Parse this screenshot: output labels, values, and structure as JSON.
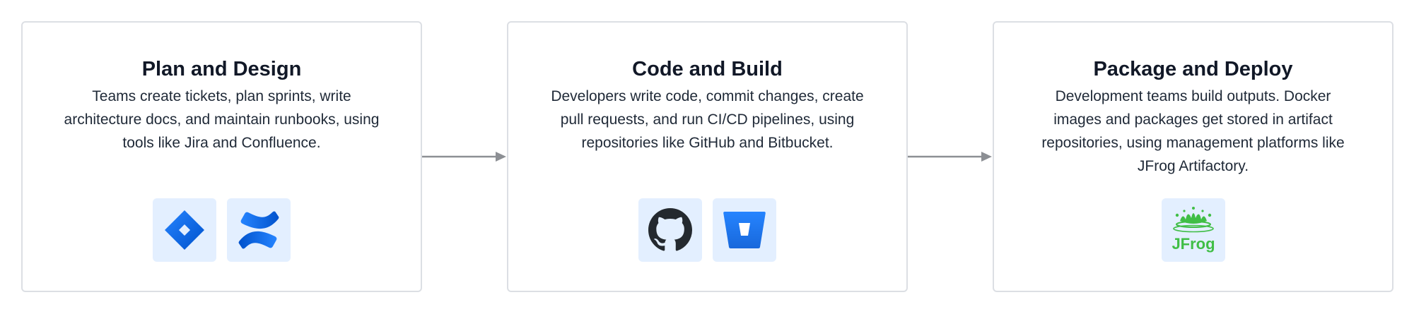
{
  "stages": [
    {
      "title": "Plan and Design",
      "description": "Teams create tickets, plan sprints, write architecture docs, and maintain runbooks, using tools like Jira and Confluence.",
      "icons": [
        "jira-icon",
        "confluence-icon"
      ]
    },
    {
      "title": "Code and Build",
      "description": "Developers write code, commit changes, create pull requests, and run CI/CD pipelines, using repositories like GitHub and Bitbucket.",
      "icons": [
        "github-icon",
        "bitbucket-icon"
      ]
    },
    {
      "title": "Package and Deploy",
      "description": "Development teams build outputs. Docker images and packages get stored in artifact repositories, using management platforms like JFrog Artifactory.",
      "icons": [
        "jfrog-icon"
      ]
    }
  ],
  "logos": {
    "jfrog_wordmark": "JFrog"
  },
  "colors": {
    "card_border": "#dcdfe4",
    "icon_tile": "#e3efff",
    "arrow": "#8c8f94",
    "atlassian_blue": "#1868db",
    "github_dark": "#24292f",
    "jfrog_green": "#40be46"
  }
}
